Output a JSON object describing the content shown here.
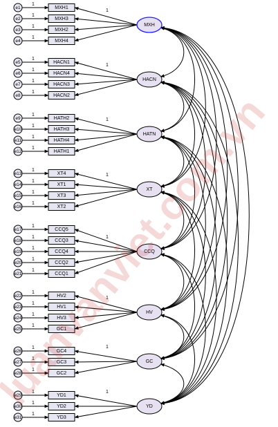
{
  "diagram": {
    "watermark": "luanvanviet.com.vn",
    "fixed_path_label": "1",
    "latents": [
      {
        "name": "MXH",
        "indicators": [
          "MXH1",
          "MXH3",
          "MXH2",
          "MXH4"
        ],
        "errors": [
          "e1",
          "e2",
          "e3",
          "e4"
        ]
      },
      {
        "name": "HACN",
        "indicators": [
          "HACN1",
          "HACN4",
          "HACN3",
          "HACN2"
        ],
        "errors": [
          "e5",
          "e6",
          "e7",
          "e8"
        ]
      },
      {
        "name": "HATN",
        "indicators": [
          "HATH2",
          "HATH3",
          "HATH4",
          "HATH1"
        ],
        "errors": [
          "e9",
          "e10",
          "e11",
          "e12"
        ]
      },
      {
        "name": "XT",
        "indicators": [
          "XT4",
          "XT1",
          "XT3",
          "XT2"
        ],
        "errors": [
          "e13",
          "e14",
          "e15",
          "e16"
        ]
      },
      {
        "name": "CCQ",
        "indicators": [
          "CCQ5",
          "CCQ3",
          "CCQ4",
          "CCQ2",
          "CCQ1"
        ],
        "errors": [
          "e17",
          "e18",
          "e19",
          "e20",
          "e21"
        ]
      },
      {
        "name": "HV",
        "indicators": [
          "HV2",
          "HV1",
          "HV3",
          "GC1"
        ],
        "errors": [
          "e22",
          "e23",
          "e24",
          "e25"
        ]
      },
      {
        "name": "GC",
        "indicators": [
          "GC4",
          "GC3",
          "GC2"
        ],
        "errors": [
          "e26",
          "e27",
          "e28"
        ]
      },
      {
        "name": "YD",
        "indicators": [
          "YD1",
          "YD2",
          "YD3"
        ],
        "errors": [
          "e29",
          "e30",
          "e31"
        ]
      }
    ]
  }
}
